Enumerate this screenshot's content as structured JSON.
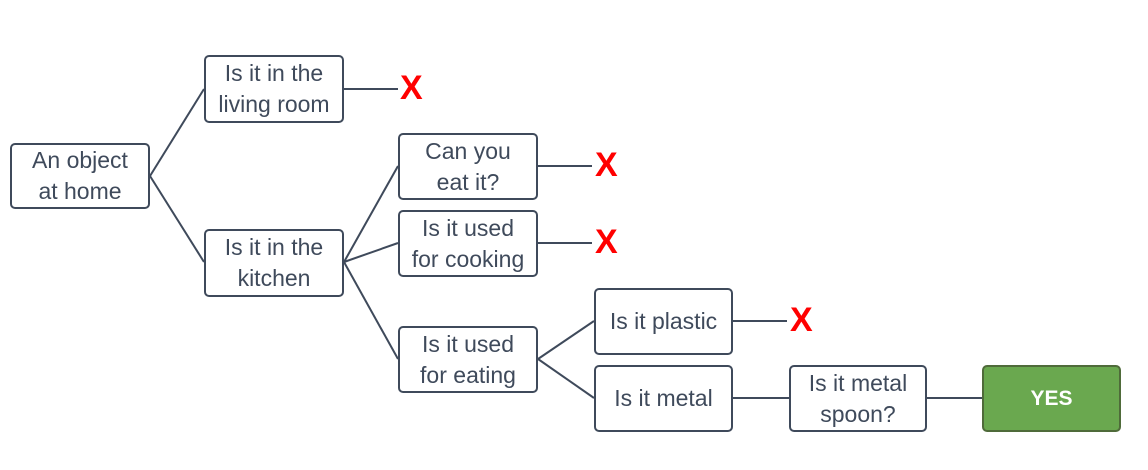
{
  "diagram": {
    "nodes": {
      "root": "An object\nat home",
      "living_room": "Is it in the\nliving room",
      "kitchen": "Is it in the\nkitchen",
      "eat": "Can you\neat it?",
      "cooking": "Is it used\nfor cooking",
      "eating": "Is it used\nfor eating",
      "plastic": "Is it plastic",
      "metal": "Is it metal",
      "spoon": "Is it metal\nspoon?",
      "yes": "YES"
    },
    "reject_mark": "X",
    "colors": {
      "line": "#3f4a5b",
      "reject": "#ff0000",
      "yes_fill": "#6aa84f"
    }
  }
}
